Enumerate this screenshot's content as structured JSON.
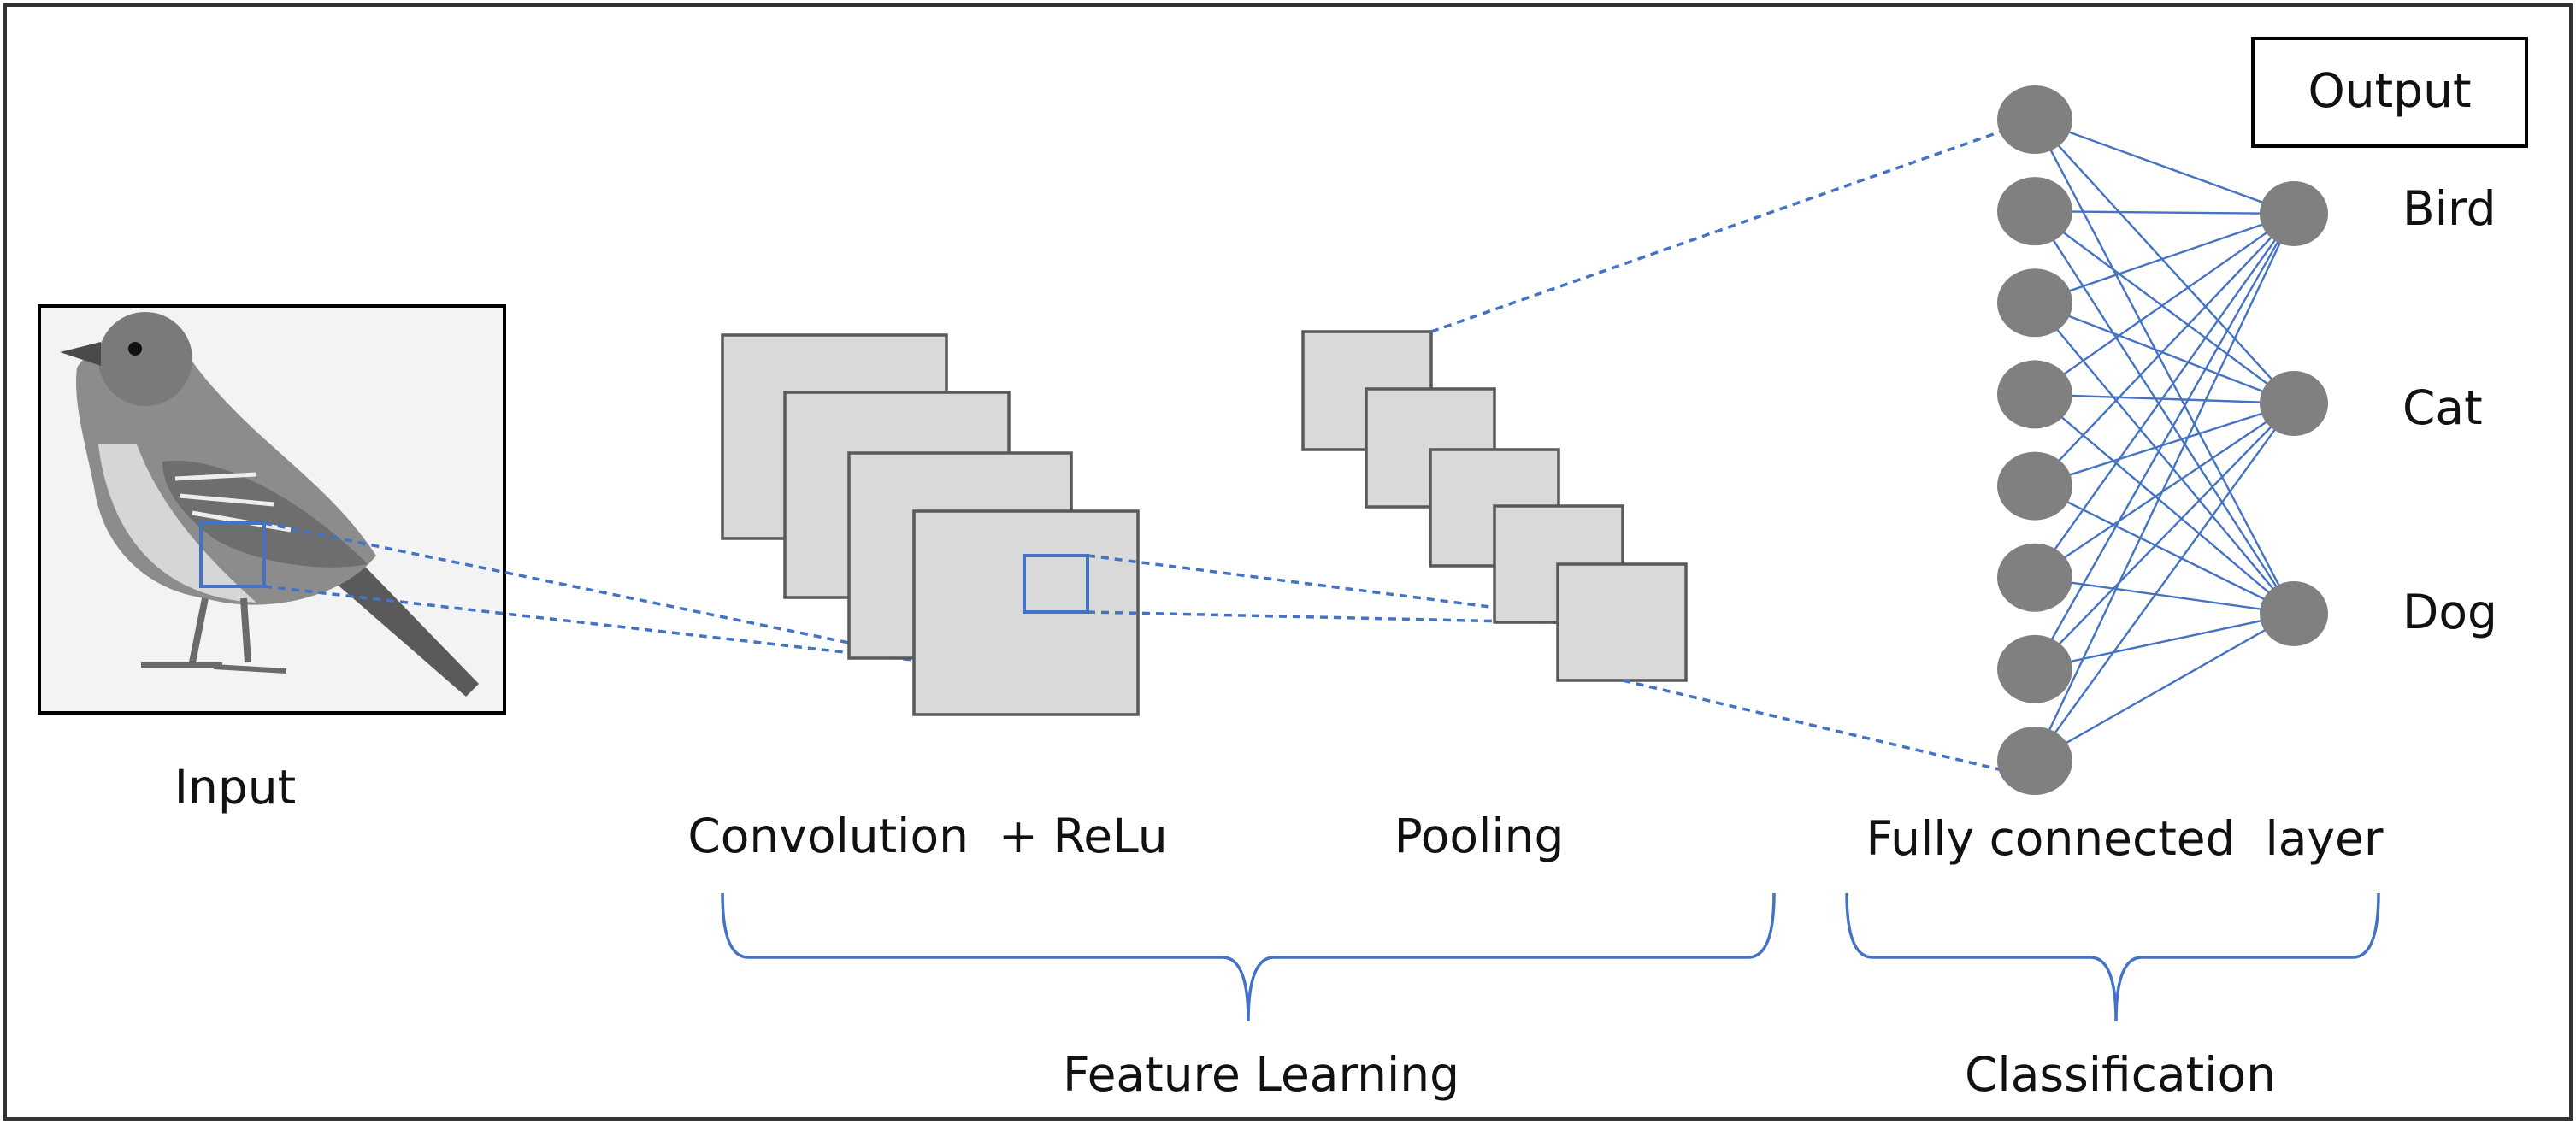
{
  "labels": {
    "input": "Input",
    "convolution": "Convolution  + ReLu",
    "pooling": "Pooling",
    "fully_connected": "Fully connected  layer",
    "output_header": "Output",
    "feature_learning": "Feature Learning",
    "classification": "Classification"
  },
  "output_classes": [
    "Bird",
    "Cat",
    "Dog"
  ],
  "network": {
    "hidden_nodes": 8,
    "output_nodes": 3
  },
  "colors": {
    "connection_blue": "#4472c4",
    "node_gray": "#808080",
    "feature_map_fill": "#d9d9d9"
  }
}
